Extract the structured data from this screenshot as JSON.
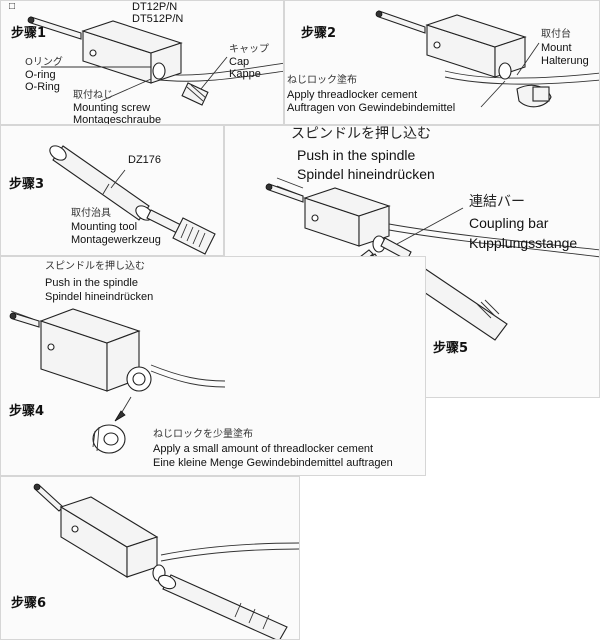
{
  "corner_mark": "□",
  "step1": {
    "title": "步骤1",
    "model1": "DT12P/N",
    "model2": "DT512P/N",
    "oring_jp": "Oリング",
    "oring_en": "O-ring",
    "oring_de": "O-Ring",
    "cap_jp": "キャップ",
    "cap_en": "Cap",
    "cap_de": "Kappe",
    "screw_jp": "取付ねじ",
    "screw_en": "Mounting screw",
    "screw_de": "Montageschraube"
  },
  "step2": {
    "title": "步骤2",
    "mount_jp": "取付台",
    "mount_en": "Mount",
    "mount_de": "Halterung",
    "cement_jp": "ねじロック塗布",
    "cement_en": "Apply threadlocker cement",
    "cement_de": "Auftragen von Gewindebindemittel"
  },
  "step3": {
    "title": "步骤3",
    "part": "DZ176",
    "tool_jp": "取付治具",
    "tool_en": "Mounting tool",
    "tool_de": "Montagewerkzeug"
  },
  "step4": {
    "title": "步骤4",
    "push_jp": "スピンドルを押し込む",
    "push_en": "Push in the spindle",
    "push_de": "Spindel hineindrücken",
    "apply_jp": "ねじロックを少量塗布",
    "apply_en": "Apply a small amount of threadlocker cement",
    "apply_de": "Eine kleine Menge Gewindebindemittel auftragen"
  },
  "step5": {
    "title": "步骤5",
    "push_jp": "スピンドルを押し込む",
    "push_en": "Push in the spindle",
    "push_de": "Spindel hineindrücken",
    "bar_jp": "連結バー",
    "bar_en": "Coupling bar",
    "bar_de": "Kupplungsstange"
  },
  "step6": {
    "title": "步骤6"
  }
}
